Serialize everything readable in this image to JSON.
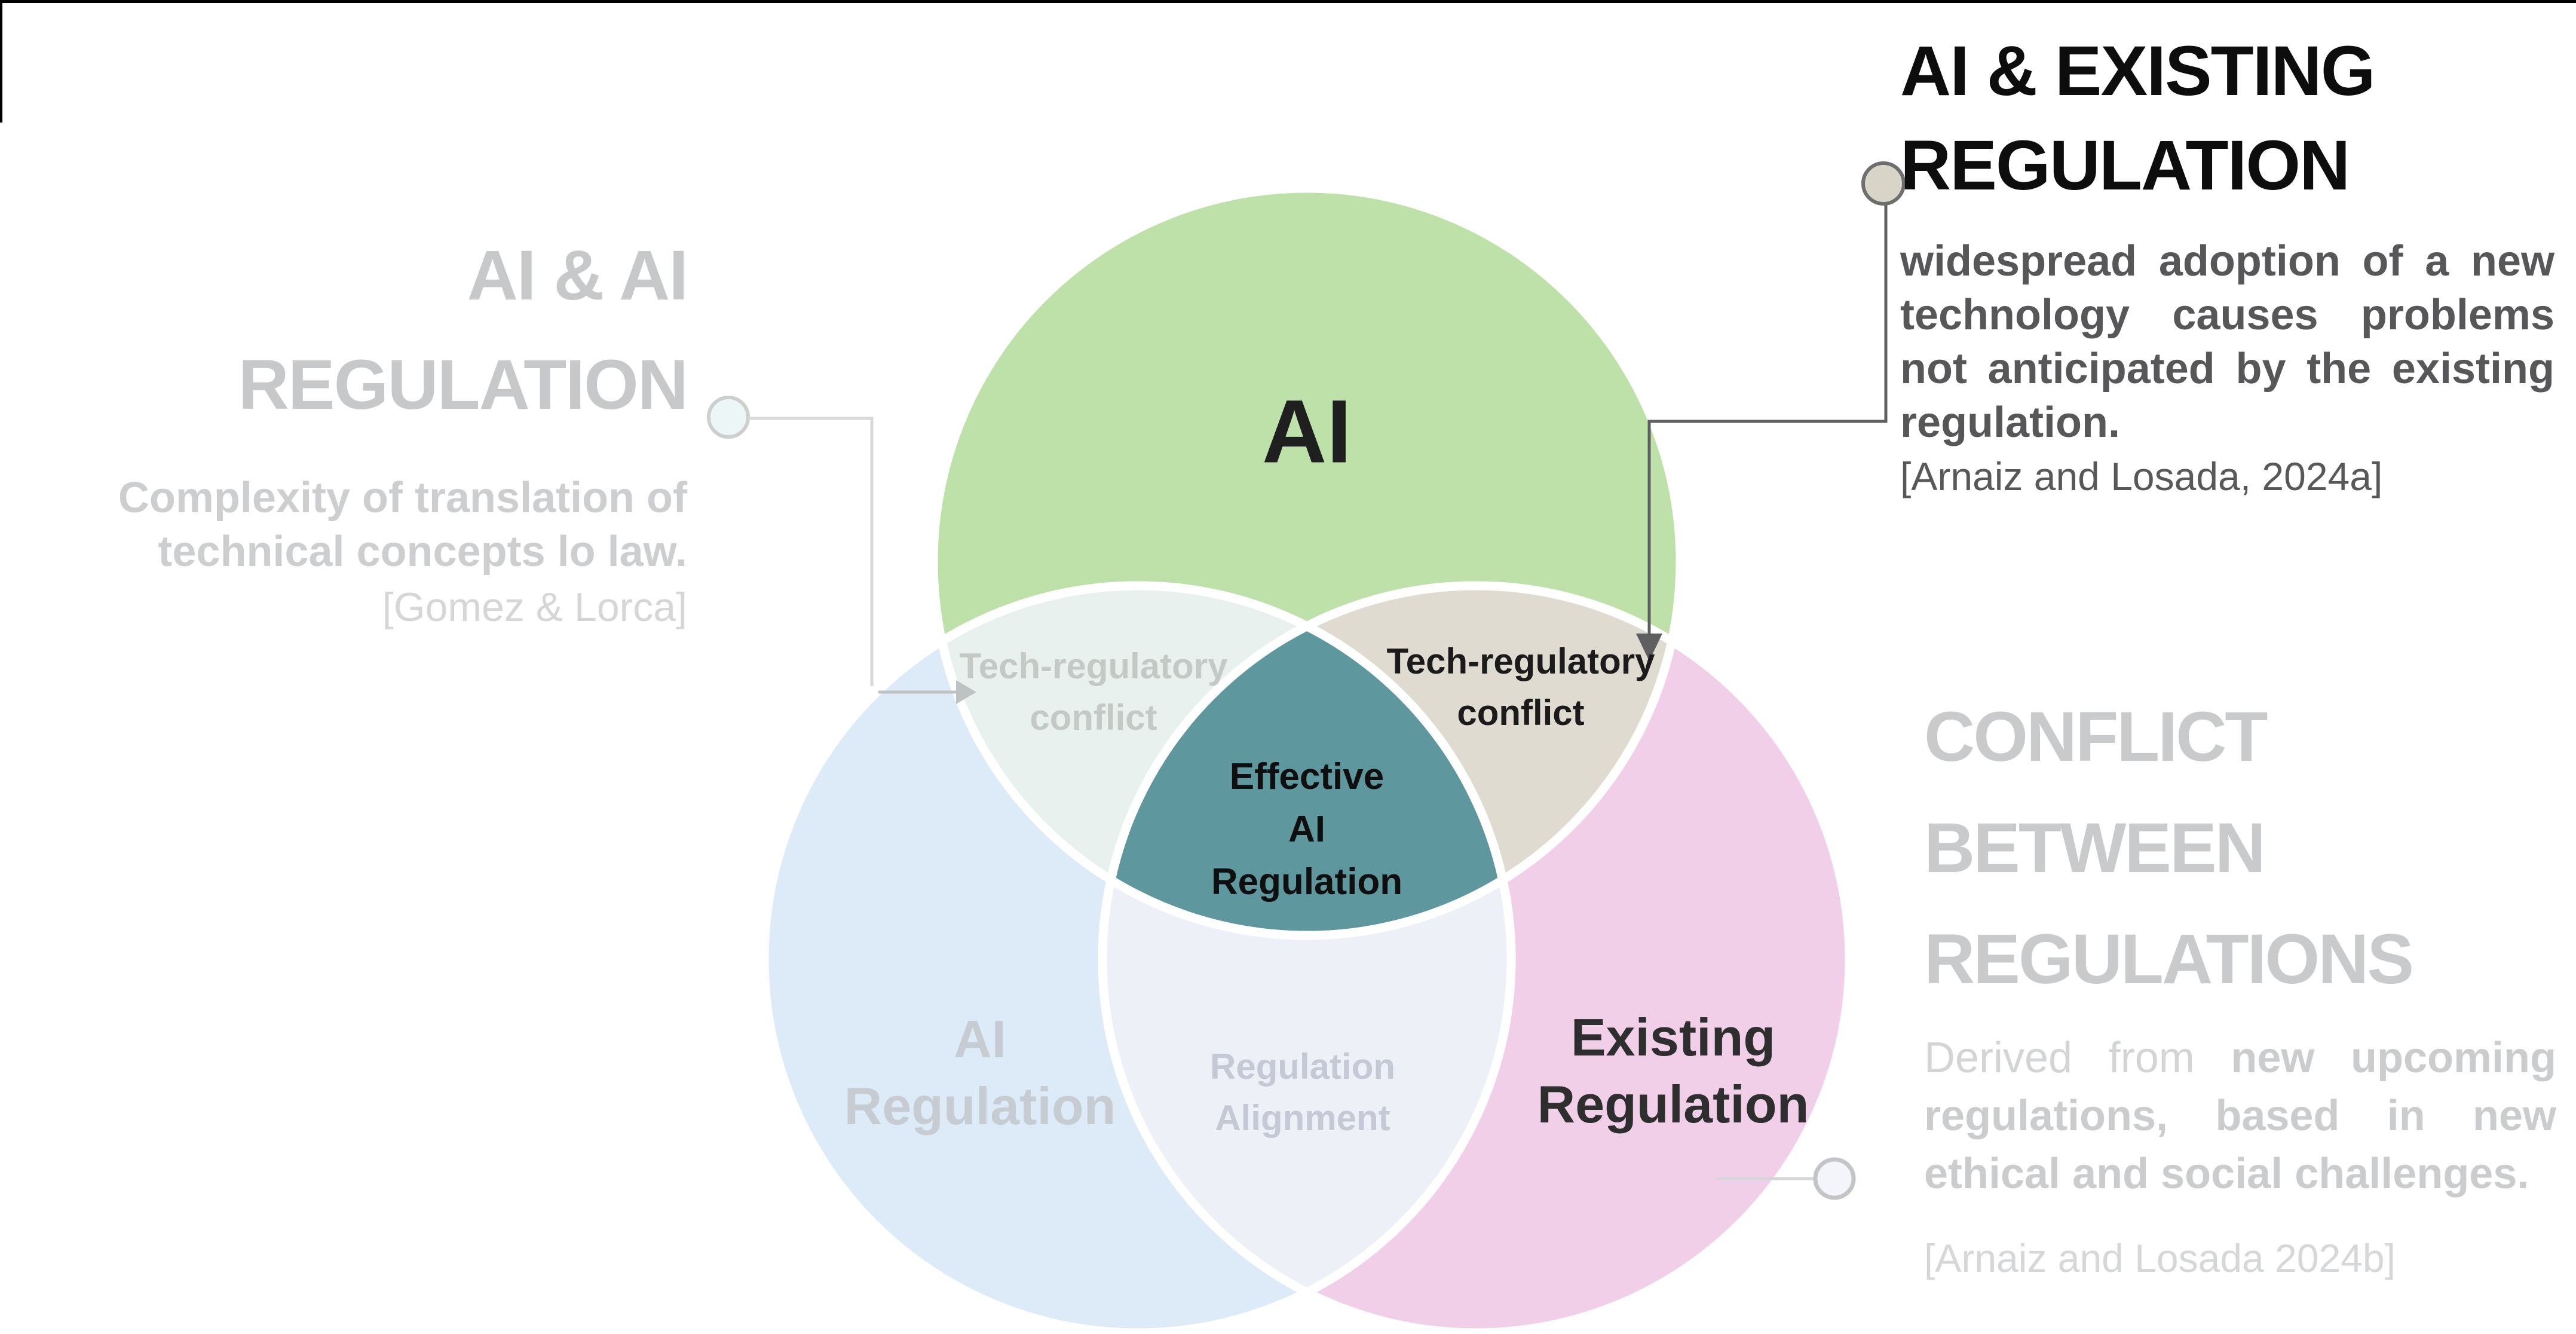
{
  "panel_left": {
    "title_line1": "AI & AI",
    "title_line2": "REGULATION",
    "body_line1": "Complexity of translation of",
    "body_line2": "technical concepts lo law.",
    "citation": "[Gomez & Lorca]"
  },
  "panel_top_right": {
    "title_line1": "AI & EXISTING",
    "title_line2": "REGULATION",
    "body": "widespread adoption of a new technology causes problems not anticipated by the existing regulation.",
    "citation": "[Arnaiz and Losada, 2024a]"
  },
  "panel_bottom_right": {
    "title_line1": "CONFLICT",
    "title_line2": "BETWEEN",
    "title_line3": "REGULATIONS",
    "body_plain": "Derived from ",
    "body_bold": "new upcoming regulations, based in new ethical and social challenges.",
    "citation": "[Arnaiz and Losada 2024b]"
  },
  "venn": {
    "circle_ai_label": "AI",
    "circle_ai_regulation_line1": "AI",
    "circle_ai_regulation_line2": "Regulation",
    "circle_existing_line1": "Existing",
    "circle_existing_line2": "Regulation",
    "overlap_left_line1": "Tech-regulatory",
    "overlap_left_line2": "conflict",
    "overlap_right_line1": "Tech-regulatory",
    "overlap_right_line2": "conflict",
    "center_line1": "Effective",
    "center_line2": "AI",
    "center_line3": "Regulation",
    "overlap_bottom_line1": "Regulation",
    "overlap_bottom_line2": "Alignment"
  },
  "colors": {
    "circle_ai_fill": "#bde1a9",
    "circle_ai_regulation_fill": "#dcebf7",
    "circle_existing_fill": "#f1cfe9",
    "overlap_left_fill": "#e9f1ee",
    "overlap_right_fill": "#dfdbd0",
    "overlap_bottom_fill": "#eef0f7",
    "center_fill": "#5e979d",
    "separator_stroke": "#ffffff",
    "dark_connector": "#5f5f5f",
    "light_connector": "#d9d9d9",
    "faded_text": "#c9cacb",
    "dark_text": "#0d0d0d"
  }
}
